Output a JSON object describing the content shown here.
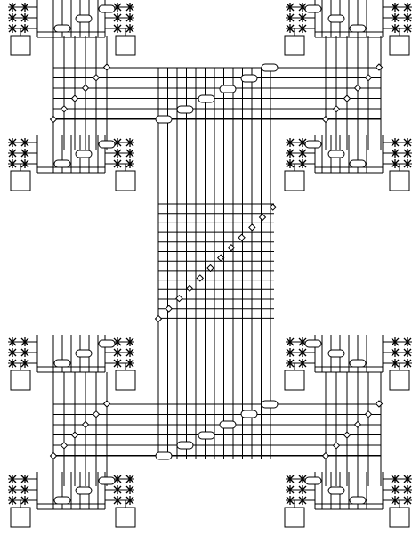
{
  "diagram": {
    "type": "interconnect-grid",
    "colors": {
      "line": "#000000",
      "background": "#ffffff"
    },
    "quadrants": [
      "top-left",
      "top-right",
      "mid-left",
      "mid-right",
      "lower-left",
      "lower-right",
      "bottom-left",
      "bottom-right"
    ],
    "icons": [
      "switch-cross-icon",
      "capsule-connector-icon",
      "diamond-junction-icon",
      "block-box-icon"
    ]
  }
}
